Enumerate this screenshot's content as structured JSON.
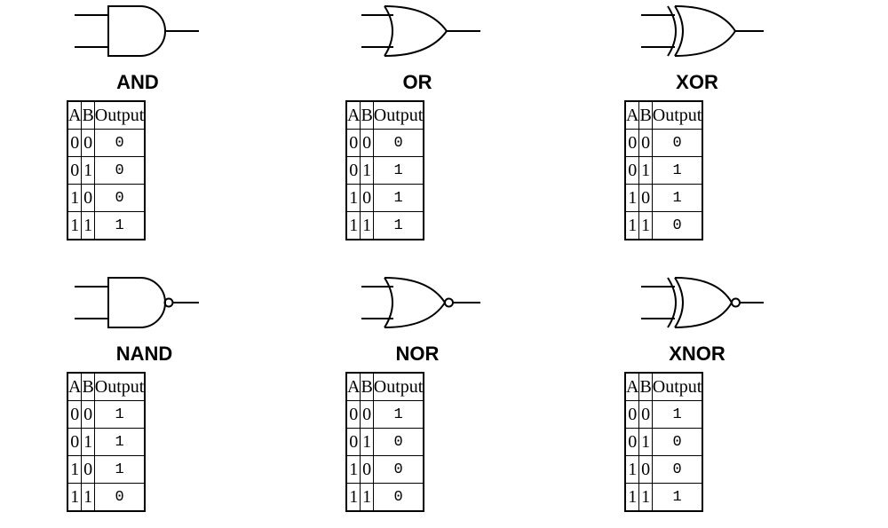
{
  "gates": [
    {
      "id": "and",
      "name": "AND",
      "headers": [
        "A",
        "B",
        "Output"
      ],
      "rows": [
        [
          "0",
          "0",
          "0"
        ],
        [
          "0",
          "1",
          "0"
        ],
        [
          "1",
          "0",
          "0"
        ],
        [
          "1",
          "1",
          "1"
        ]
      ]
    },
    {
      "id": "or",
      "name": "OR",
      "headers": [
        "A",
        "B",
        "Output"
      ],
      "rows": [
        [
          "0",
          "0",
          "0"
        ],
        [
          "0",
          "1",
          "1"
        ],
        [
          "1",
          "0",
          "1"
        ],
        [
          "1",
          "1",
          "1"
        ]
      ]
    },
    {
      "id": "xor",
      "name": "XOR",
      "headers": [
        "A",
        "B",
        "Output"
      ],
      "rows": [
        [
          "0",
          "0",
          "0"
        ],
        [
          "0",
          "1",
          "1"
        ],
        [
          "1",
          "0",
          "1"
        ],
        [
          "1",
          "1",
          "0"
        ]
      ]
    },
    {
      "id": "nand",
      "name": "NAND",
      "headers": [
        "A",
        "B",
        "Output"
      ],
      "rows": [
        [
          "0",
          "0",
          "1"
        ],
        [
          "0",
          "1",
          "1"
        ],
        [
          "1",
          "0",
          "1"
        ],
        [
          "1",
          "1",
          "0"
        ]
      ]
    },
    {
      "id": "nor",
      "name": "NOR",
      "headers": [
        "A",
        "B",
        "Output"
      ],
      "rows": [
        [
          "0",
          "0",
          "1"
        ],
        [
          "0",
          "1",
          "0"
        ],
        [
          "1",
          "0",
          "0"
        ],
        [
          "1",
          "1",
          "0"
        ]
      ]
    },
    {
      "id": "xnor",
      "name": "XNOR",
      "headers": [
        "A",
        "B",
        "Output"
      ],
      "rows": [
        [
          "0",
          "0",
          "1"
        ],
        [
          "0",
          "1",
          "0"
        ],
        [
          "1",
          "0",
          "0"
        ],
        [
          "1",
          "1",
          "1"
        ]
      ]
    }
  ]
}
